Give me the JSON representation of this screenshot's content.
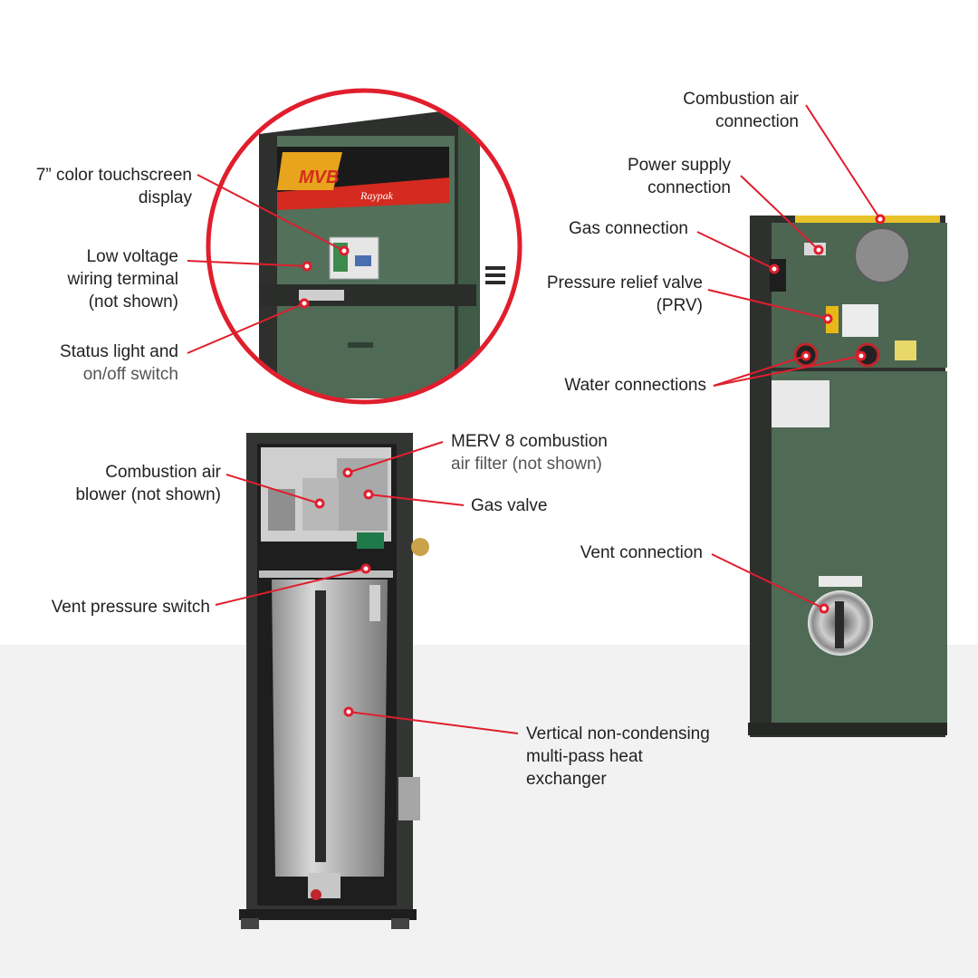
{
  "colors": {
    "accent_red": "#e01e2d",
    "cabinet_green": "#4f6a55",
    "cabinet_dark": "#2b2d2b",
    "floor": "#f2f2f2"
  },
  "unit_branding": {
    "model": "MVB",
    "brand": "Raypak"
  },
  "labels": {
    "touchscreen": [
      "7” color touchscreen",
      "display"
    ],
    "low_voltage": [
      "Low voltage",
      "wiring terminal",
      "(not shown)"
    ],
    "status_light": [
      "Status light and",
      "on/off switch"
    ],
    "combustion_air_connection": [
      "Combustion air",
      "connection"
    ],
    "power_supply": [
      "Power supply",
      "connection"
    ],
    "gas_connection": [
      "Gas connection"
    ],
    "prv": [
      "Pressure relief valve",
      "(PRV)"
    ],
    "water_connections": [
      "Water connections"
    ],
    "vent_connection": [
      "Vent connection"
    ],
    "merv_filter": [
      "MERV 8 combustion",
      "air filter (not shown)"
    ],
    "combustion_blower": [
      "Combustion air",
      "blower (not shown)"
    ],
    "gas_valve": [
      "Gas valve"
    ],
    "vent_pressure_switch": [
      "Vent pressure switch"
    ],
    "heat_exchanger": [
      "Vertical non-condensing",
      "multi-pass heat",
      "exchanger"
    ]
  }
}
